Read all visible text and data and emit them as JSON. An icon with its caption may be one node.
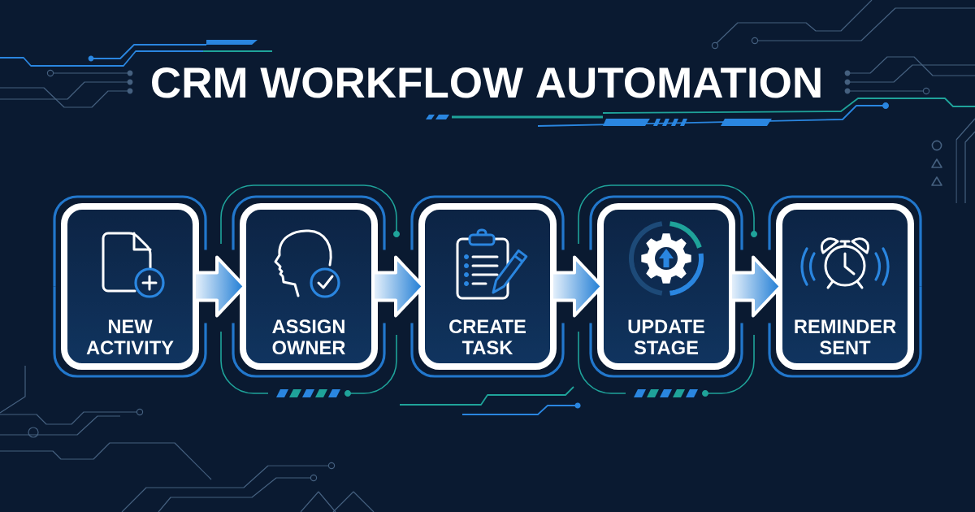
{
  "diagram": {
    "title": "CRM WORKFLOW AUTOMATION",
    "nodes": [
      {
        "text": [
          "NEW ACTIVITY"
        ]
      },
      {
        "text": [
          "ASSIGN OWNER"
        ]
      },
      {
        "text": [
          "CREATE TASK"
        ]
      },
      {
        "text": [
          "UPDATE STAGE"
        ]
      },
      {
        "text": [
          "REMINDER SENT"
        ]
      }
    ],
    "edges": [
      {
        "from": 0,
        "to": 1,
        "arrow": "to"
      },
      {
        "from": 1,
        "to": 2,
        "arrow": "to"
      },
      {
        "from": 2,
        "to": 3,
        "arrow": "to"
      },
      {
        "from": 3,
        "to": 4,
        "arrow": "to"
      }
    ]
  }
}
